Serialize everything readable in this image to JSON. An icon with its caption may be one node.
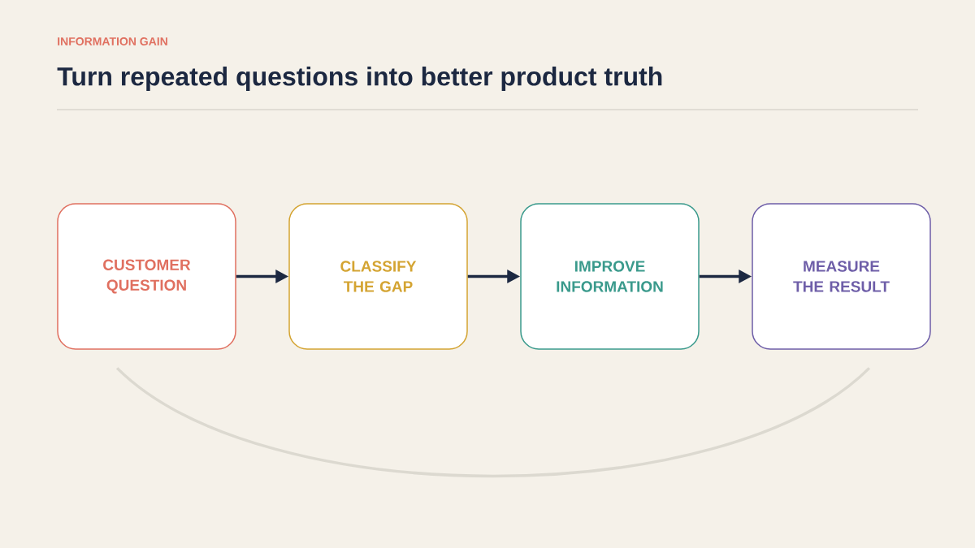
{
  "diagram": {
    "title": "Turn repeated questions into better product truth",
    "nodes": [
      {
        "text": [
          "CUSTOMER QUESTION"
        ]
      },
      {
        "text": [
          "CLASSIFY THE GAP"
        ]
      },
      {
        "text": [
          "IMPROVE INFORMATION"
        ]
      },
      {
        "text": [
          "MEASURE THE RESULT"
        ]
      }
    ],
    "edges": [
      {
        "from": 0,
        "to": 1,
        "arrow": "to"
      },
      {
        "from": 1,
        "to": 2,
        "arrow": "to"
      },
      {
        "from": 2,
        "to": 3,
        "arrow": "to"
      },
      {
        "from": 3,
        "to": 0,
        "arrow": "none",
        "color": "#dcd9d0"
      }
    ],
    "labels": [
      "INFORMATION GAIN"
    ]
  }
}
